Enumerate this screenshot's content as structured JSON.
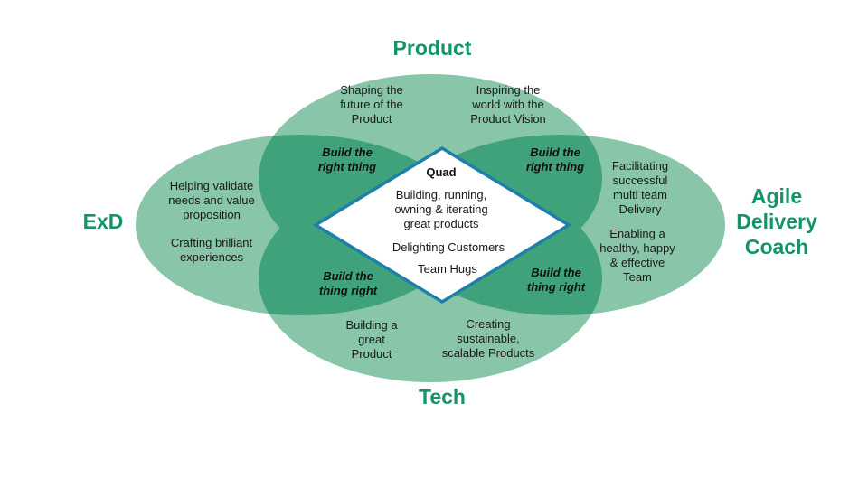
{
  "titles": {
    "product": "Product",
    "exd": "ExD",
    "agile": "Agile\nDelivery\nCoach",
    "tech": "Tech"
  },
  "roles": {
    "product_left": "Shaping the\nfuture of the\nProduct",
    "product_right": "Inspiring the\nworld with the\nProduct Vision",
    "exd_top": "Helping validate\nneeds and value\nproposition",
    "exd_bottom": "Crafting brilliant\nexperiences",
    "agile_top": "Facilitating\nsuccessful\nmulti team\nDelivery",
    "agile_bottom": "Enabling a\nhealthy, happy\n& effective\nTeam",
    "tech_left": "Building a\ngreat\nProduct",
    "tech_right": "Creating\nsustainable,\nscalable Products"
  },
  "overlaps": {
    "top_left": "Build the\nright thing",
    "top_right": "Build the\nright thing",
    "bottom_left": "Build the\nthing right",
    "bottom_right": "Build the\nthing right"
  },
  "quad": {
    "heading": "Quad",
    "line1": "Building, running,\nowning & iterating\ngreat products",
    "line2": "Delighting Customers",
    "line3": "Team Hugs"
  },
  "colors": {
    "ellipse_fill": "#88c5a9",
    "overlap_fill": "#3fa27a",
    "title": "#15936b",
    "diamond_stroke": "#1e7fa8",
    "diamond_fill": "#ffffff"
  }
}
